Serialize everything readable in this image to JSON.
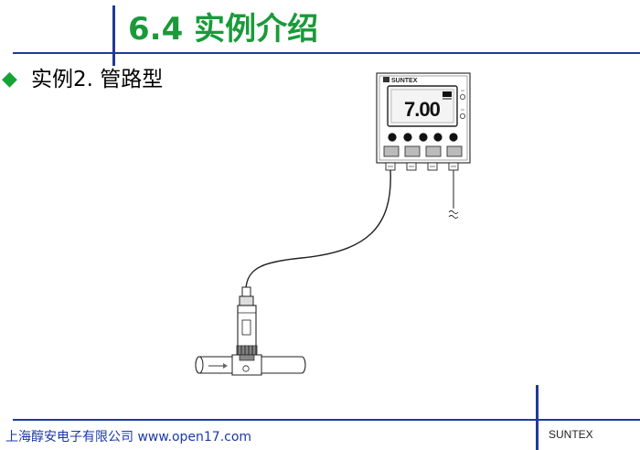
{
  "header": {
    "title": "6.4  实例介绍"
  },
  "content": {
    "bullet": "◆",
    "subtitle": "实例2. 管路型"
  },
  "device": {
    "brand": "SUNTEX",
    "display_value": "7.00"
  },
  "footer": {
    "left_text": "上海醇安电子有限公司 www.open17.com",
    "right_text": "SUNTEX"
  },
  "colors": {
    "title_green": "#1a9a3a",
    "bullet_green": "#16a335",
    "rule_blue": "#1f3a9a",
    "footer_blue": "#1a3aa8"
  }
}
